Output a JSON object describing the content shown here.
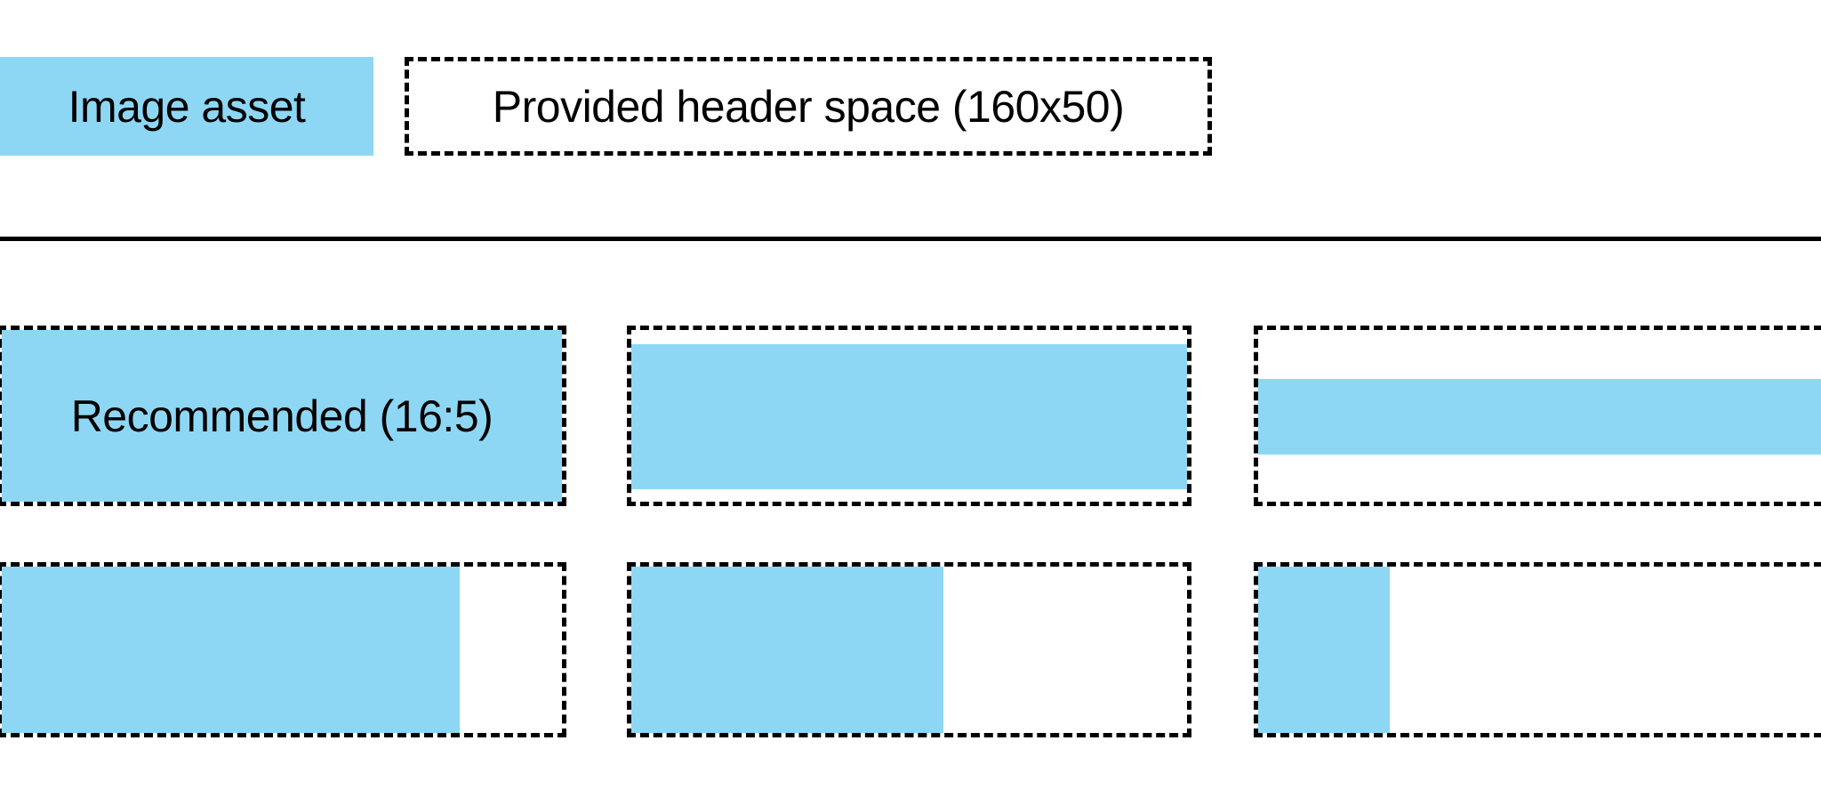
{
  "colors": {
    "image_asset_blue": "#8DD7F5",
    "line_black": "#000000",
    "background": "#ffffff"
  },
  "legend": {
    "image_asset_label": "Image asset",
    "header_space_label": "Provided header space (160x50)"
  },
  "cells": {
    "recommended_label": "Recommended (16:5)"
  },
  "fills": [
    "left:0;top:0;width:100%;height:100%",
    "left:0;top:16px;width:100%;height:163px",
    "left:0;top:55px;width:100%;height:85px",
    "left:0;top:0;width:515px;height:100%",
    "left:0;top:0;width:351px;height:100%",
    "left:0;top:0;width:148px;height:100%"
  ]
}
